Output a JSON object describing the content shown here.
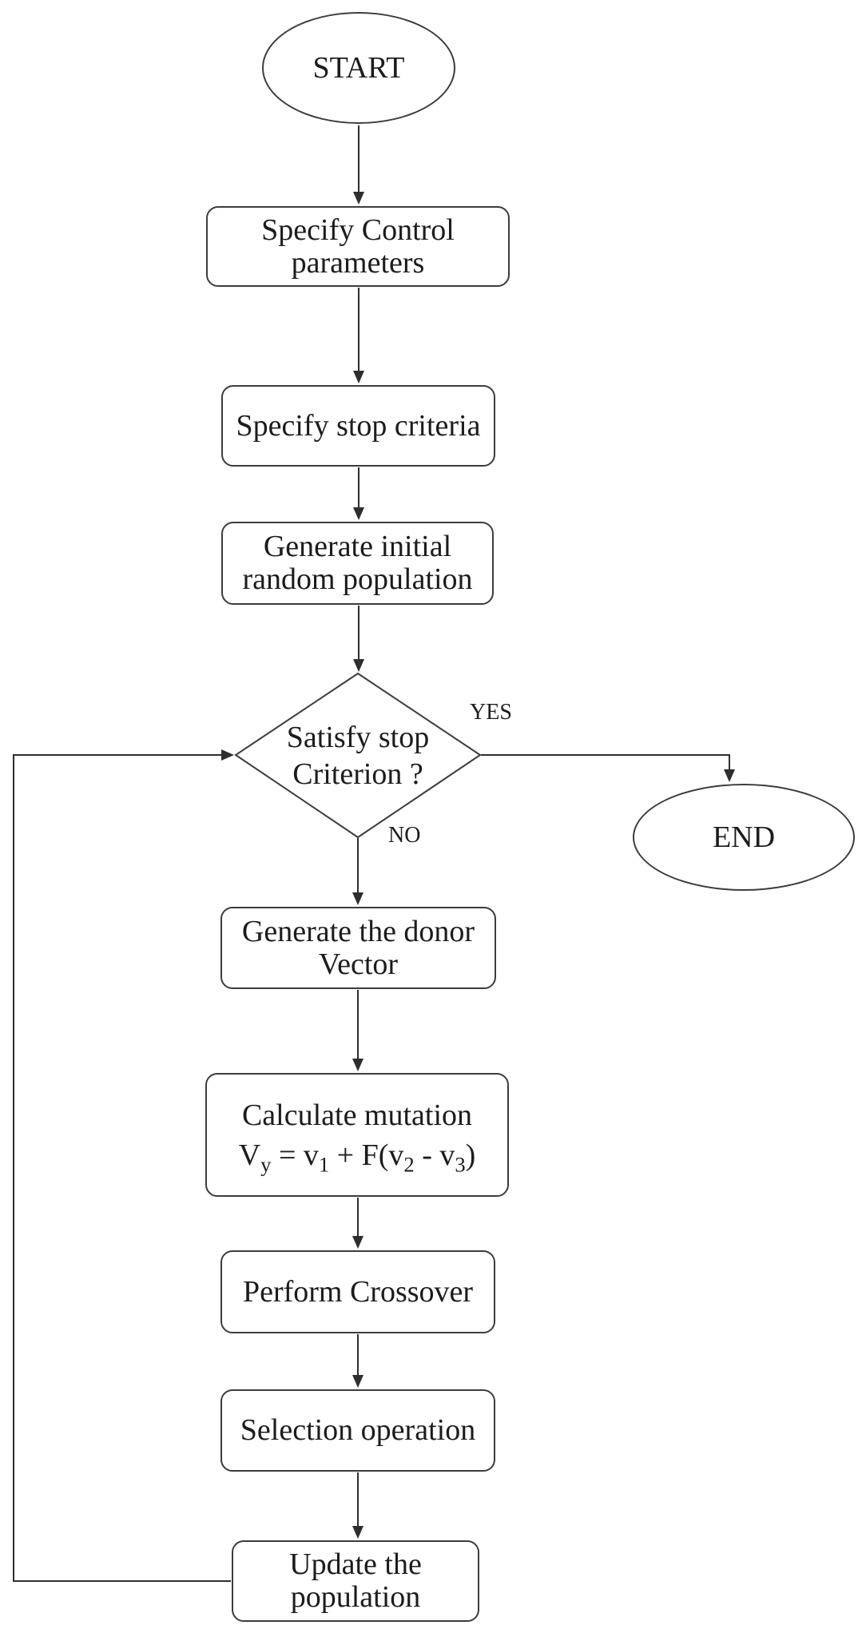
{
  "colors": {
    "line": "#2e2e2e",
    "node_border": "#3c3c3c",
    "text": "#1c1c1c",
    "background": "#ffffff"
  },
  "nodes": {
    "start": {
      "label": "START"
    },
    "specify_control": {
      "line1": "Specify Control",
      "line2": "parameters"
    },
    "specify_stop": {
      "label": "Specify stop criteria"
    },
    "generate_initial": {
      "line1": "Generate initial",
      "line2": "random population"
    },
    "decision": {
      "line1": "Satisfy stop",
      "line2": "Criterion ?"
    },
    "end": {
      "label": "END"
    },
    "generate_donor": {
      "line1": "Generate the donor",
      "line2": "Vector"
    },
    "calculate_mutation": {
      "line1": "Calculate mutation",
      "eq": {
        "t1": "V",
        "s1": "y",
        "t2": " = v",
        "s2": "1",
        "t3": " + F(v",
        "s3": "2",
        "t4": " - v",
        "s4": "3",
        "t5": ")"
      }
    },
    "perform_crossover": {
      "label": "Perform Crossover"
    },
    "selection_operation": {
      "label": "Selection operation"
    },
    "update_population": {
      "line1": "Update the",
      "line2": "population"
    }
  },
  "edge_labels": {
    "yes": "YES",
    "no": "NO"
  }
}
